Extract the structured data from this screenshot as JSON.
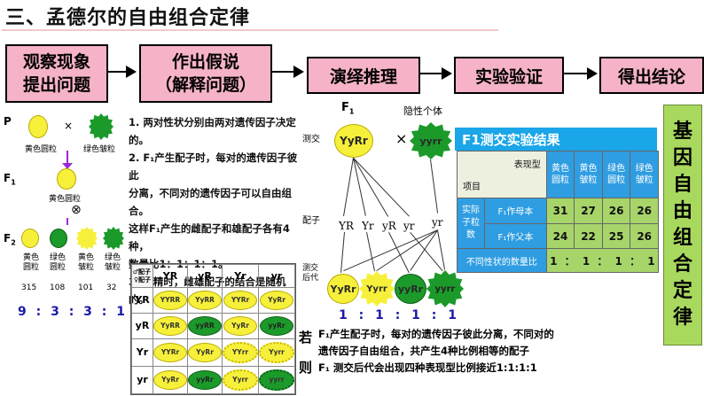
{
  "title": "三、孟德尔的自由组合定律",
  "flow": {
    "step1_line1": "观察现象",
    "step1_line2": "提出问题",
    "step2_line1": "作出假说",
    "step2_line2": "（解释问题）",
    "step3": "演绎推理",
    "step4": "实验验证",
    "step5": "得出结论"
  },
  "cross": {
    "p_label": "P",
    "times": "×",
    "p_left": "黄色圆粒",
    "p_right": "绿色皱粒",
    "f1_label": "F",
    "f1_sub": "1",
    "f1_pheno": "黄色圆粒",
    "selfing": "⊗",
    "f2_label": "F",
    "f2_sub": "2",
    "f2": [
      {
        "name_line1": "黄色",
        "name_line2": "圆粒",
        "count": "315"
      },
      {
        "name_line1": "绿色",
        "name_line2": "圆粒",
        "count": "108"
      },
      {
        "name_line1": "黄色",
        "name_line2": "皱粒",
        "count": "101"
      },
      {
        "name_line1": "绿色",
        "name_line2": "皱粒",
        "count": "32"
      }
    ],
    "ratio": "9 : 3 : 3 : 1"
  },
  "hypothesis": {
    "l1": "1. 两对性状分别由两对遗传因子决定的。",
    "l2": "2. F₁产生配子时，每对的遗传因子彼此",
    "l3": "分离，不同对的遗传因子可以自由组合。",
    "l4": "这样F₁产生的雌配子和雄配子各有4种，",
    "l5": "数量比1：1：1：1。",
    "l6": "3. 受精时，雌雄配子的结合是随机的。"
  },
  "punnett": {
    "corner_top": "♂配子",
    "corner_bottom": "♀配子",
    "cols": [
      "YR",
      "yR",
      "Yr",
      "yr"
    ],
    "rows": [
      "YR",
      "yR",
      "Yr",
      "yr"
    ],
    "cells": [
      [
        "YYRR",
        "YyRR",
        "YYRr",
        "YyRr"
      ],
      [
        "YyRR",
        "yyRR",
        "YyRr",
        "yyRr"
      ],
      [
        "YYRr",
        "YyRr",
        "YYrr",
        "Yyrr"
      ],
      [
        "YyRr",
        "yyRr",
        "Yyrr",
        "yyrr"
      ]
    ]
  },
  "testcross": {
    "f1_label": "F",
    "f1_sub": "1",
    "recessive": "隐性个体",
    "ce_jiao": "测交",
    "f1_geno": "YyRr",
    "times": "×",
    "rec_geno": "yyrr",
    "peizi": "配子",
    "gametes": [
      "YR",
      "Yr",
      "yR",
      "yr"
    ],
    "rec_gamete": "yr",
    "hou_dai_l1": "测交",
    "hou_dai_l2": "后代",
    "offspring": [
      "YyRr",
      "Yyrr",
      "yyRr",
      "yyrr"
    ],
    "ratio": "1 : 1 : 1 : 1"
  },
  "results": {
    "heading": "F1测交实验结果",
    "col_header": "表现型",
    "row_header": "项目",
    "phenotypes": [
      {
        "l1": "黄色",
        "l2": "圆粒"
      },
      {
        "l1": "黄色",
        "l2": "皱粒"
      },
      {
        "l1": "绿色",
        "l2": "圆粒"
      },
      {
        "l1": "绿色",
        "l2": "皱粒"
      }
    ],
    "side_l1": "实际",
    "side_l2": "子粒",
    "side_l3": "数",
    "row1_label": "F₁作母本",
    "row1_values": [
      "31",
      "27",
      "26",
      "26"
    ],
    "row2_label": "F₁作父本",
    "row2_values": [
      "24",
      "22",
      "25",
      "26"
    ],
    "ratio_label": "不同性状的数量比",
    "ratio_values": "1 ： 1 ： 1 ： 1"
  },
  "conclusion": {
    "ruo": "若",
    "ze": "则",
    "l1": "F₁产生配子时，每对的遗传因子彼此分离，不同对的",
    "l2": "遗传因子自由组合，共产生4种比例相等的配子",
    "l3": "F₁ 测交后代会出现四种表现型比例接近1:1:1:1"
  },
  "side_title": [
    "基",
    "因",
    "自",
    "由",
    "组",
    "合",
    "定",
    "律"
  ]
}
